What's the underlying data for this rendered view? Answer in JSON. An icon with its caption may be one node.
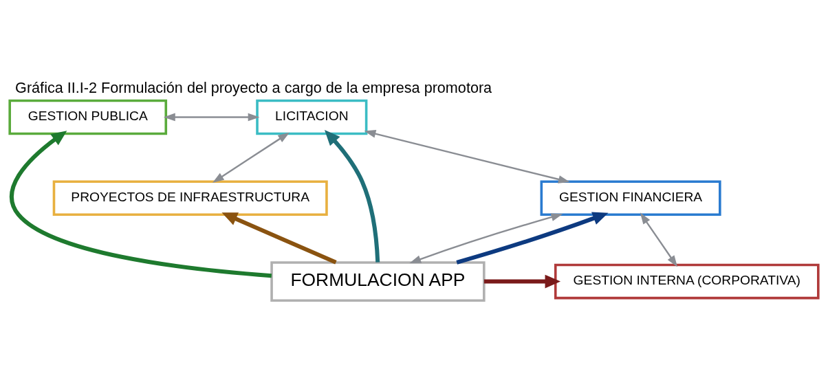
{
  "diagram": {
    "title": "Gráfica II.I-2 Formulación del proyecto a cargo de la empresa promotora",
    "nodes": [
      {
        "text": [
          "GESTION PUBLICA"
        ]
      },
      {
        "text": [
          "LICITACION"
        ]
      },
      {
        "text": [
          "GESTION INTERNA (CORPORATIVA)"
        ]
      },
      {
        "text": [
          "FORMULACION APP"
        ]
      },
      {
        "text": [
          "GESTION FINANCIERA"
        ]
      },
      {
        "text": [
          "PROYECTOS DE INFRAESTRUCTURA"
        ]
      }
    ],
    "edges": [
      {
        "from": 3,
        "to": 0,
        "arrow": "to",
        "style": "thick",
        "color": "#1e7a2e"
      },
      {
        "from": 3,
        "to": 1,
        "arrow": "to",
        "style": "thick",
        "color": "#1f6f78"
      },
      {
        "from": 3,
        "to": 2,
        "arrow": "to",
        "style": "thick",
        "color": "#7a1a1a"
      },
      {
        "from": 3,
        "to": 4,
        "arrow": "to",
        "style": "thick",
        "color": "#0d3a80"
      },
      {
        "from": 3,
        "to": 5,
        "arrow": "to",
        "style": "thick",
        "color": "#8a5310"
      },
      {
        "from": 0,
        "to": 1,
        "arrow": "both"
      },
      {
        "from": 1,
        "to": 5,
        "arrow": "both"
      },
      {
        "from": 2,
        "to": 4,
        "arrow": "both"
      },
      {
        "from": 4,
        "to": 3,
        "arrow": "both"
      },
      {
        "from": 4,
        "to": 1,
        "arrow": "both"
      }
    ]
  }
}
